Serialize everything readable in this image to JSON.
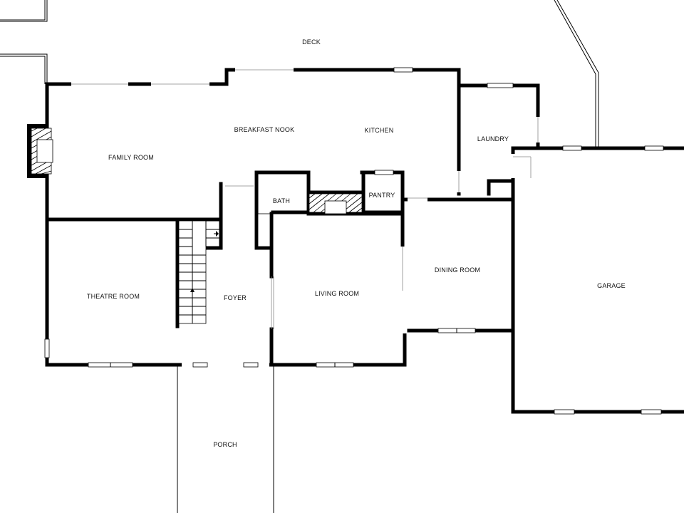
{
  "plan": {
    "rooms": {
      "deck": "DECK",
      "breakfast_nook": "BREAKFAST NOOK",
      "kitchen": "KITCHEN",
      "laundry": "LAUNDRY",
      "family_room": "FAMILY ROOM",
      "bath": "BATH",
      "pantry": "PANTRY",
      "theatre_room": "THEATRE ROOM",
      "foyer": "FOYER",
      "living_room": "LIVING ROOM",
      "dining_room": "DINING ROOM",
      "garage": "GARAGE",
      "porch": "PORCH"
    }
  }
}
